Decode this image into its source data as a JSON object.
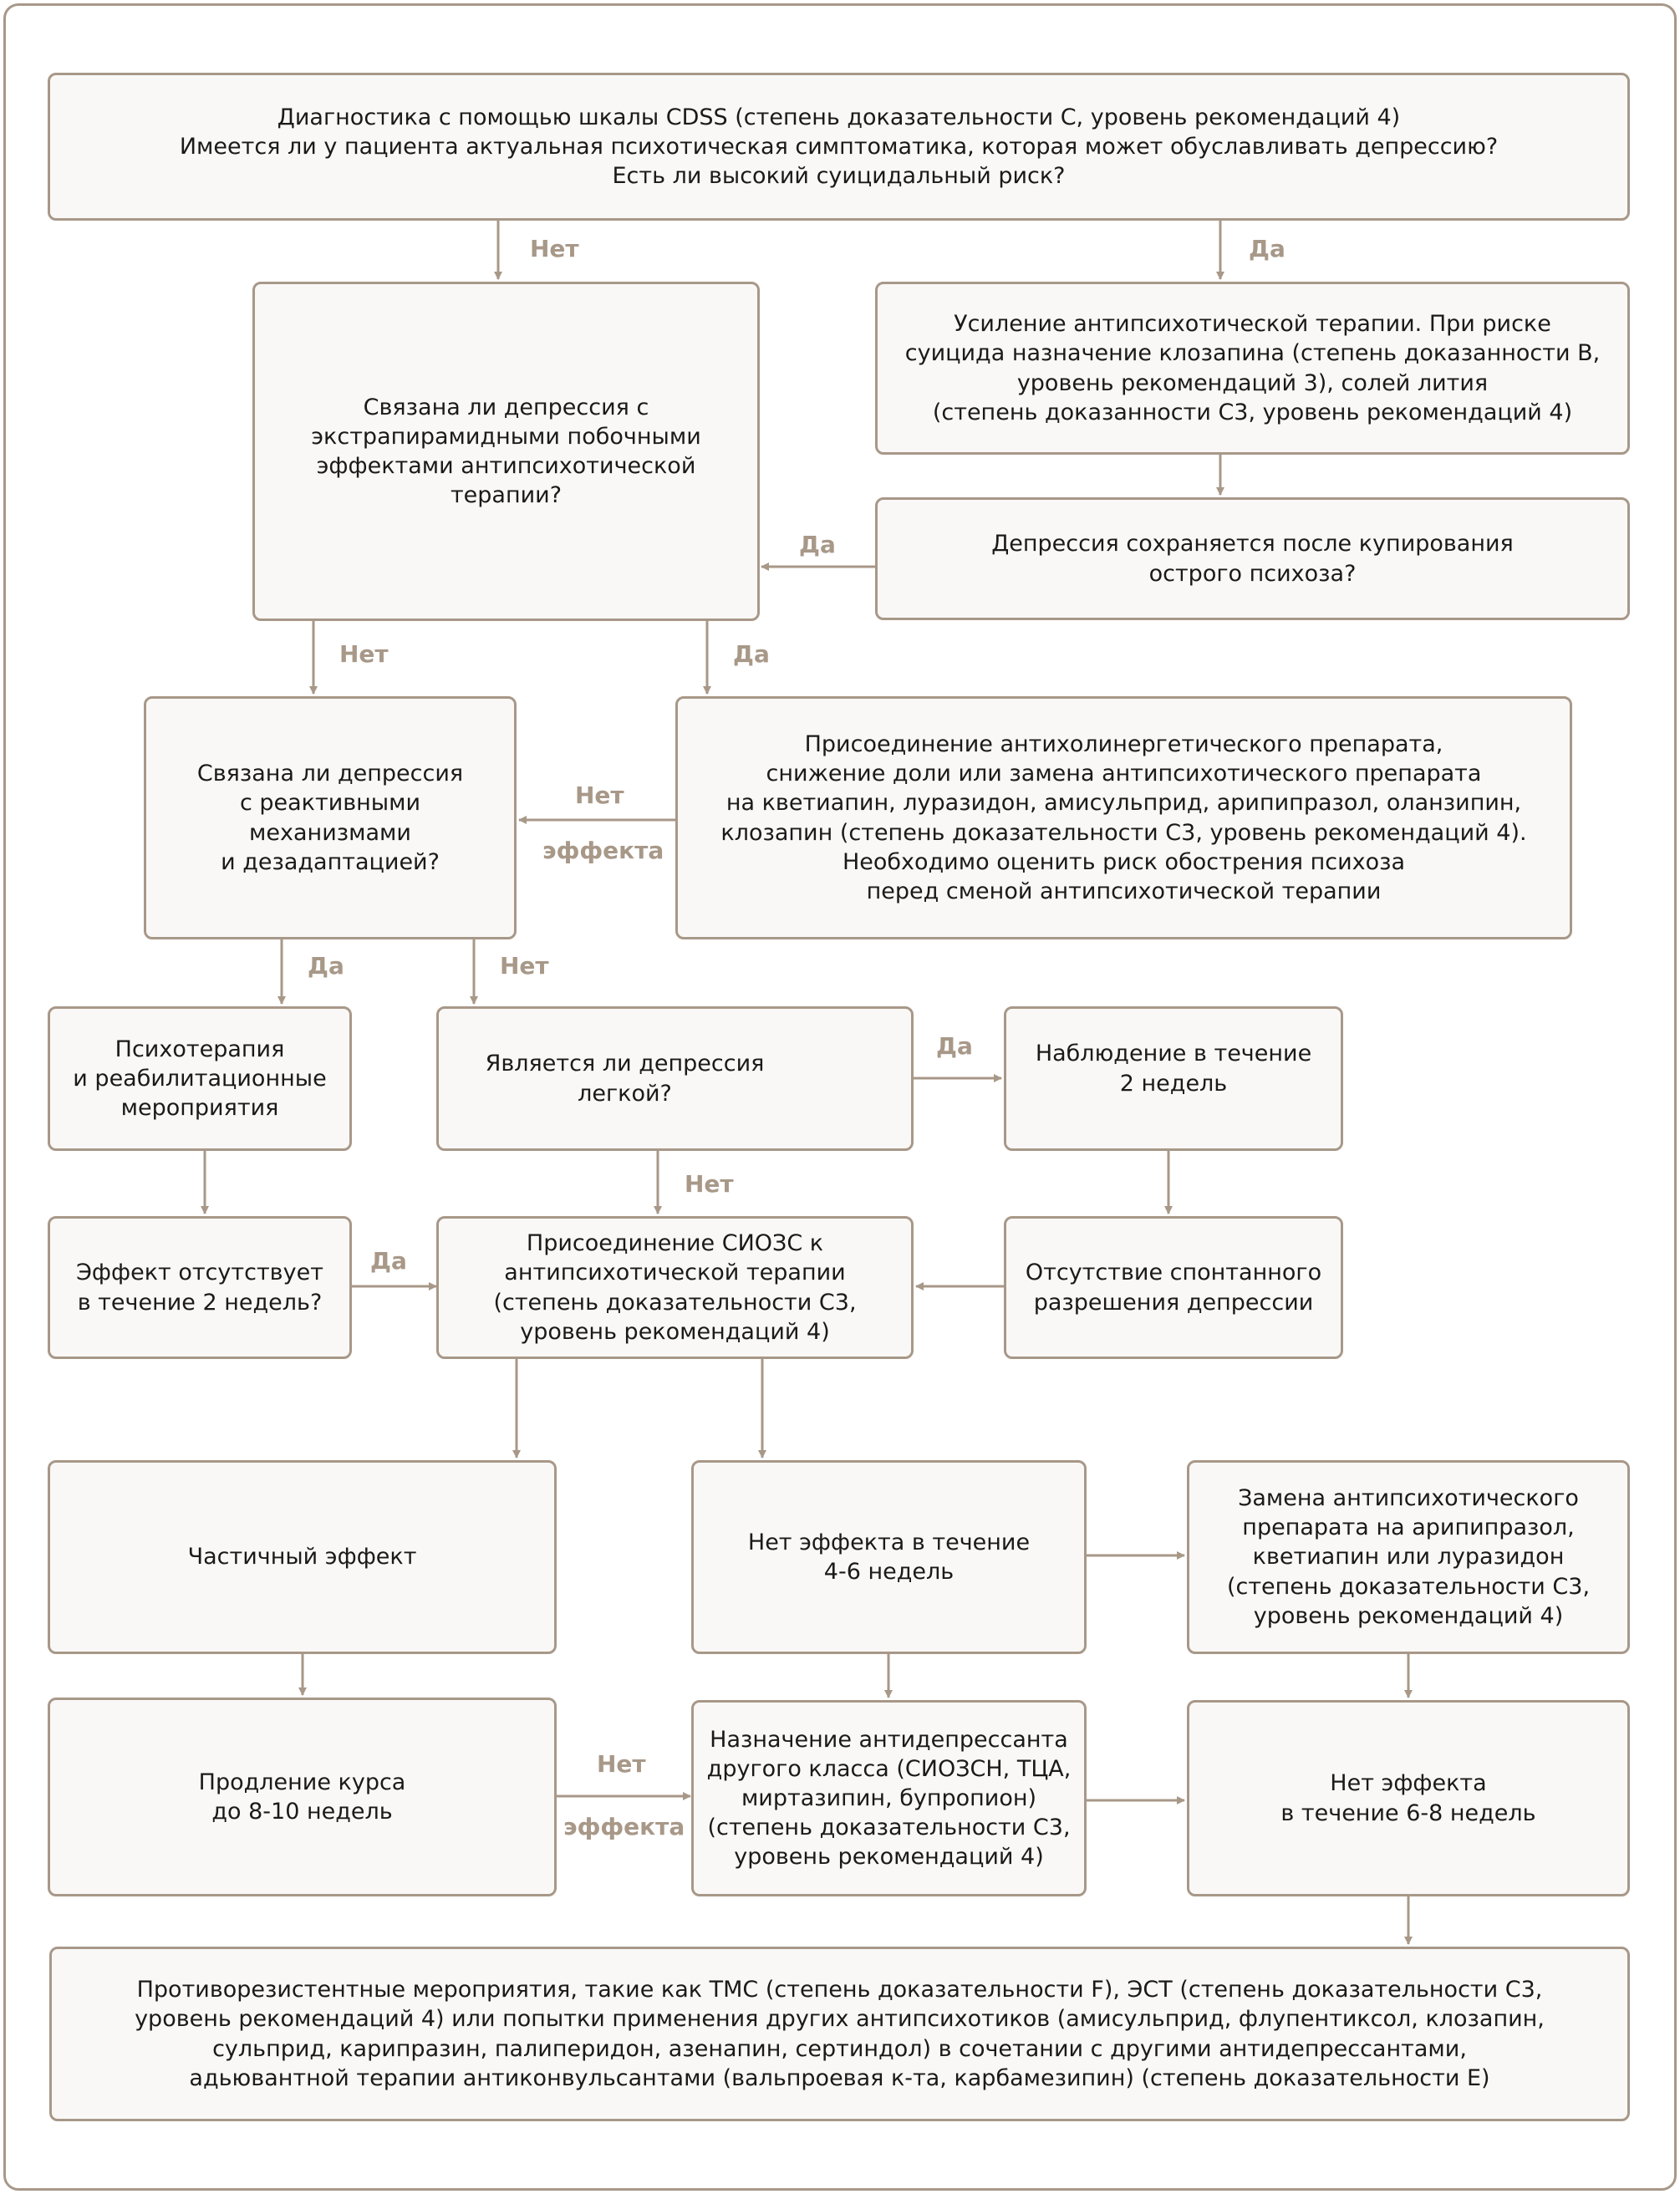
{
  "nodes": {
    "n1": [
      "Диагностика с помощью шкалы CDSS (степень доказательности С, уровень рекомендаций 4)",
      "Имеется ли у пациента актуальная психотическая симптоматика, которая может обуславливать депрессию?",
      "Есть ли высокий суицидальный риск?"
    ],
    "n2": [
      "Связана ли депрессия с",
      "экстрапирамидными побочными",
      "эффектами антипсихотической",
      "терапии?"
    ],
    "n3": [
      "Усиление антипсихотической терапии. При риске",
      "суицида назначение клозапина (степень доказанности В,",
      "уровень рекомендаций 3), солей лития",
      "(степень доказанности С3, уровень рекомендаций 4)"
    ],
    "n4": [
      "Депрессия сохраняется после купирования",
      "острого психоза?"
    ],
    "n5": [
      "Связана ли депрессия",
      "с реактивными",
      "механизмами",
      "и дезадаптацией?"
    ],
    "n6": [
      "Присоединение антихолинергетического препарата,",
      "снижение доли или замена антипсихотического препарата",
      "на кветиапин, луразидон, амисульприд, арипипразол, оланзипин,",
      "клозапин (степень доказательности С3, уровень рекомендаций 4).",
      "Необходимо оценить риск обострения психоза",
      "перед сменой антипсихотической терапии"
    ],
    "n7": [
      "Психотерапия",
      "и реабилитационные",
      "мероприятия"
    ],
    "n8": [
      "Является ли депрессия",
      "легкой?"
    ],
    "n9": [
      "Наблюдение в течение",
      "2 недель"
    ],
    "n10": [
      "Эффект отсутствует",
      "в течение 2 недель?"
    ],
    "n11": [
      "Присоединение СИОЗС к",
      "антипсихотической терапии",
      "(степень доказательности С3,",
      "уровень рекомендаций 4)"
    ],
    "n12": [
      "Отсутствие спонтанного",
      "разрешения депрессии"
    ],
    "n13": [
      "Частичный эффект"
    ],
    "n14": [
      "Нет эффекта в течение",
      "4-6 недель"
    ],
    "n15": [
      "Замена антипсихотического",
      "препарата на арипипразол,",
      "кветиапин или луразидон",
      "(степень доказательности С3,",
      "уровень рекомендаций 4)"
    ],
    "n16": [
      "Продление курса",
      "до 8-10 недель"
    ],
    "n17": [
      "Назначение антидепрессанта",
      "другого класса (СИОЗСН, ТЦА,",
      "миртазипин, бупропион)",
      "(степень доказательности С3,",
      "уровень рекомендаций 4)"
    ],
    "n18": [
      "Нет эффекта",
      "в течение 6-8 недель"
    ],
    "n19": [
      "Противорезистентные мероприятия, такие как ТМС (степень доказательности F), ЭСТ (степень доказательности С3,",
      "уровень рекомендаций 4) или попытки применения других антипсихотиков (амисульприд, флупентиксол, клозапин,",
      "сульприд, карипразин, палиперидон, азенапин, сертиндол) в сочетании с другими антидепрессантами,",
      "адьювантной терапии антиконвульсантами (вальпроевая к-та, карбамезипин) (степень доказательности Е)"
    ]
  },
  "labels": {
    "l1": "Нет",
    "l2": "Да",
    "l3": "Да",
    "l4": "Нет",
    "l5": "Да",
    "l6a": "Нет",
    "l6b": "эффекта",
    "l7": "Да",
    "l8": "Нет",
    "l9": "Да",
    "l10": "Нет",
    "l11": "Да",
    "l12a": "Нет",
    "l12b": "эффекта"
  },
  "colors": {
    "border": "#a89888",
    "node_fill": "#f9f8f6",
    "label_text": "#a89888",
    "node_text": "#1a1a1a"
  }
}
